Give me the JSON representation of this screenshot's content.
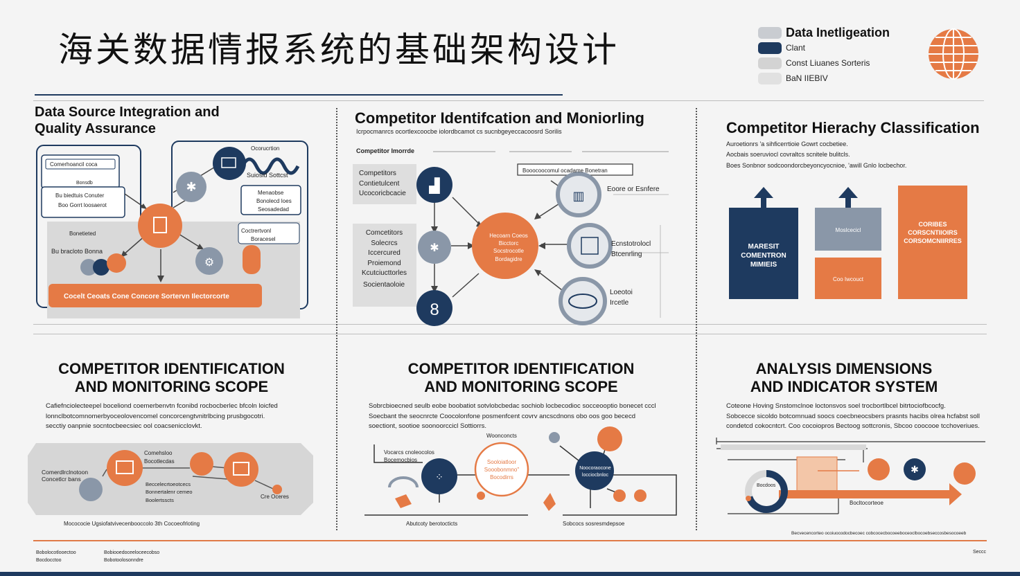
{
  "page": {
    "title": "海关数据情报系统的基础架构设计"
  },
  "colors": {
    "navy": "#1e3a5f",
    "orange": "#e57a45",
    "gray": "#8a97a8",
    "lightgray": "#d6d6d6"
  },
  "legend": {
    "items": [
      {
        "label": "Data Inetligeation",
        "color": "#c9ccd1"
      },
      {
        "label": "Clant",
        "color": "#1e3a5f"
      },
      {
        "label": "Const Liuanes Sorteris",
        "color": "#d3d3d3"
      },
      {
        "label": "BaN IIEBIV",
        "color": "#e1e1e1"
      }
    ],
    "globe_icon": "globe-icon"
  },
  "panel1": {
    "title_line1": "Data Source Integration and",
    "title_line2": "Quality Assurance",
    "card1": "Comerhoancil coca",
    "card1_sub": "Bonsdb",
    "card2": "Bu biedtuis Conuter",
    "card2_b": "Boo Gorrt loosaerot",
    "card3_top": "Ocorucrtion",
    "card3_mid": "Suiosid Sottcst",
    "card4": "Menaobse",
    "card4_b": "Bonolecd Ioes",
    "card4_c": "Seosadedad",
    "card5": "Coctrertvonl",
    "card5_b": "Boracesel",
    "side_lbl": "Bu bracloto Bonna",
    "side_lbl2": "Bonetieted",
    "orange_bar": "Cocelt Ceoats Cone Concore Sortervn Ilectorcorte"
  },
  "panel2": {
    "title": "Competitor Identifcation and Moniorling",
    "subtitle": "Icrpocmanrcs ocortlexcoocbe iolordbcamot cs sucnbgeyeccacoosrd Sorilis",
    "label": "Competitor Imorrde",
    "boxtitle": "Booocoocomul ocadame Bonetran",
    "left_items": [
      "Competitors",
      "Contietulcent",
      "Ucocoricbcacie"
    ],
    "left_items2": [
      "Comcetitors",
      "Solecrcs",
      "Iccercured",
      "Proiemond",
      "Kcutciucttorles"
    ],
    "left_items3": "Socientaoloie",
    "center": [
      "Hecoarn Coeos",
      "Bicctorc",
      "Socstrocotle",
      "Bordagidre"
    ],
    "right1": "Eoore or Esnfere",
    "right2": [
      "Ecnstotrolocl",
      "Btcenrling"
    ],
    "right3": [
      "Loeotoi",
      "Ircetle"
    ]
  },
  "panel3": {
    "title": "Competitor Hierachy Classification",
    "line1": "Auroetionrs 'a sihficerrtioie Gowrt cocbetiee.",
    "line2": "Aocbais soeruviocl covraltcs scnitele bulitcls.",
    "line3": "Boes  Sonbnor sodcoondorcbeyoncyocnioe,  'awill Gnlo locbechor.",
    "box_navy": [
      "MARESIT",
      "COMENTRON",
      "MIMIEIS"
    ],
    "box_gray": "Moslcecicl",
    "box_orange_small": "Coo Iwcouct",
    "box_orange_big": [
      "CORIBES",
      "CORSCNTIIOIRS",
      "CORSOMCNIIRRES"
    ]
  },
  "panel4": {
    "title_line1": "COMPETITOR IDENTIFICATION",
    "title_line2": "AND MONITORING SCOPE",
    "text1": "Cafiefnciolecteepel boceliond coemerbenvtn fconibd rocbocberlec bfcoln loicfed",
    "text2": "lonnclbotcomnomerbyoceolovencomel concorcengtvnitrlbcing prusbgocotri.",
    "text3": "secctiy oanpnie socntocbeecsiec ool coacsenicclovkt.",
    "lbl_left": [
      "Comerdlrclnotoon",
      "Concetlcr bans"
    ],
    "lbl_mid": [
      "Comehsloo",
      "Bocotlecdas"
    ],
    "lbl_mid2": [
      "Beccelecrtoeotcecs",
      "Bonnertalenr cemeo",
      "Boolertsscts"
    ],
    "lbl_right": "Cre Oceres",
    "footer": "Mocococie Ugsiofatvivecenbooccolo 3th Cocoeofrloting"
  },
  "panel5": {
    "title_line1": "COMPETITOR IDENTIFICATION",
    "title_line2": "AND MONITORING SCOPE",
    "text1": "Sobrcbioecned seulb eobe boobatiot sotvlobcbedac sochiob locbecodioc socceooptio bonecet cccl",
    "text2": "Soecbant the seocnrcte Coocolonfone posmenfcent covrv ancscdnons obo oos goo bececd",
    "text3": "soectiont, sootioe soonoorccicl Sottiorrs.",
    "lbl_top": "Woonconcts",
    "lbl_left": [
      "Vocarcs cnoleocolos",
      "Bocemocbios"
    ],
    "center_orange": [
      "Sooloiatloor",
      "Sooobonmno\"",
      "Bocodirrs"
    ],
    "center_navy": [
      "Noocoraocone",
      "locciocbnloc"
    ],
    "footer_left": "Abutcoty berotocticts",
    "footer_right": "Sobcocs sosresmdepsoe"
  },
  "panel6": {
    "title_line1": "ANALYSIS DIMENSIONS",
    "title_line2": "AND INDICATOR SYSTEM",
    "text1": "Coteone Hoving Snstomclnoe loctonsvos soel trocbortlbcel bitrtociofbcocfg.",
    "text2": "Sobcecce sicoldo botcomnuad soocs coecbneocsbers prasnts hacibs olrea hcfabst soll",
    "text3": "condetcd cokocntcrt.  Coo cocoiopros Bectoog sottcronis,  Sbcoo coocooe tcchoveriues.",
    "lbl_donut": "Bocdoos",
    "lbl_bottom": "Bocltocorteoe",
    "footer": "Becvecencorteo ocoiuocodocbecoec cobcocecbocoeeboceoclbocoebseccosbesocoeeb",
    "footer_right": "Seccc"
  },
  "footer": {
    "left1": "Bobolocotlooectoo",
    "left2": "Bocdocctoo",
    "mid1": "Bobiooedoceeloceecobso",
    "mid2": "Bobotoolosonndre"
  }
}
